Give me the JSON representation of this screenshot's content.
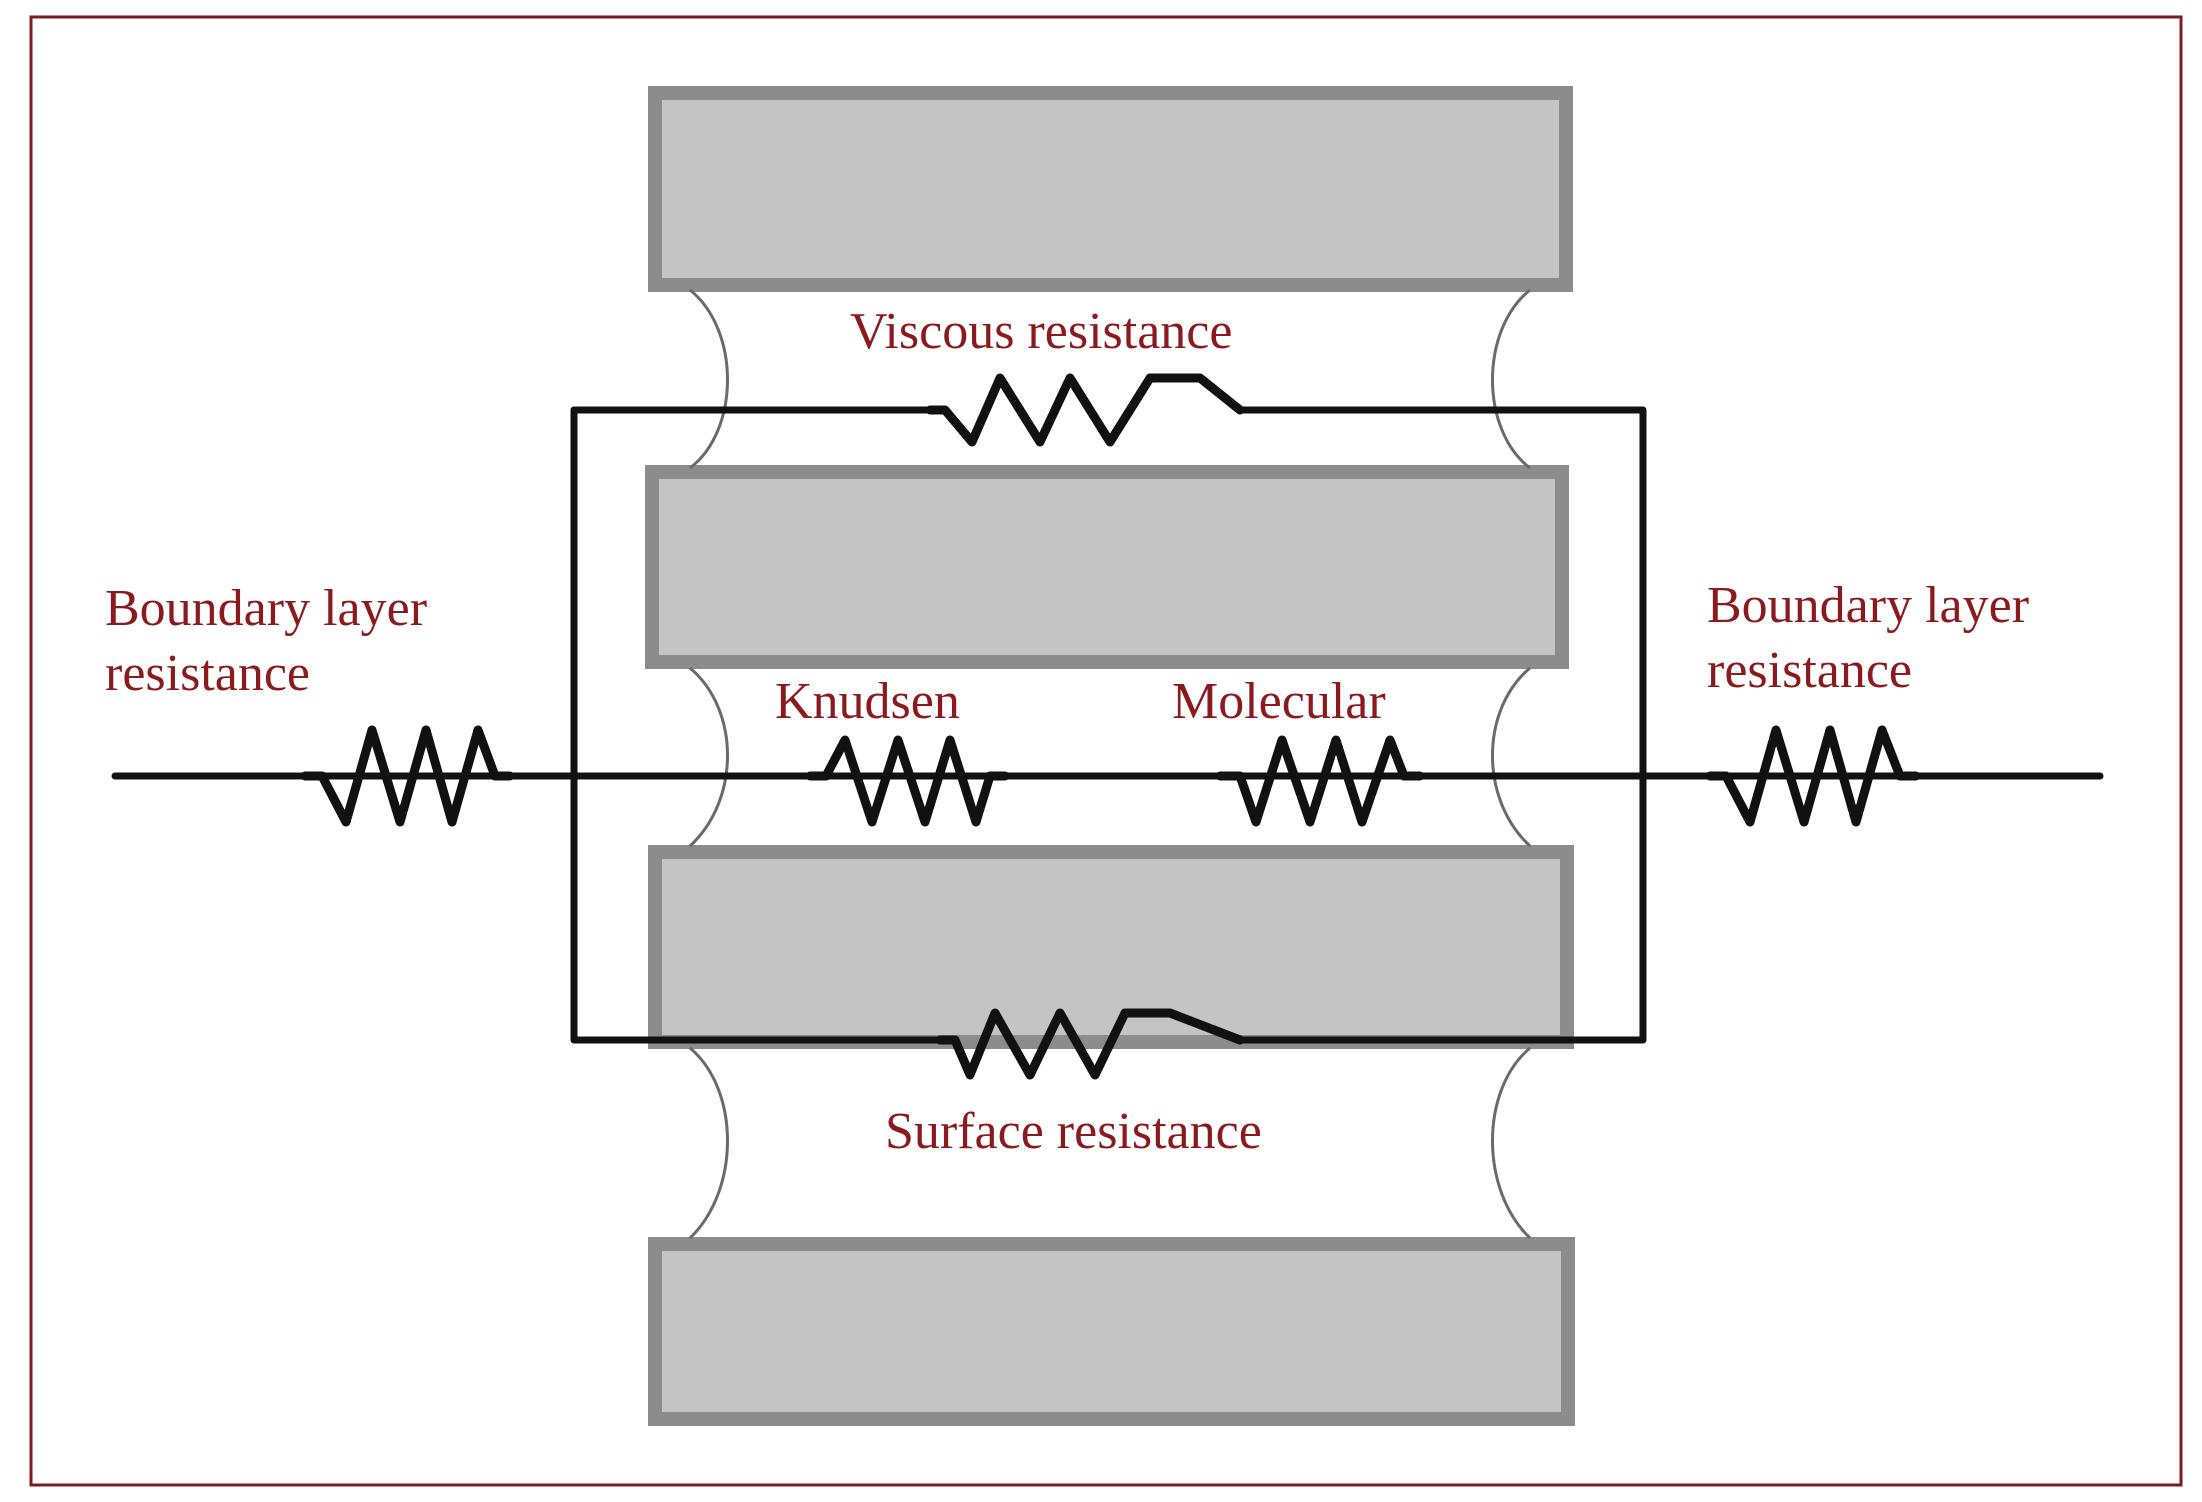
{
  "diagram": {
    "labels": {
      "viscous": "Viscous resistance",
      "boundary_left_line1": "Boundary layer",
      "boundary_left_line2": "resistance",
      "boundary_right_line1": "Boundary layer",
      "boundary_right_line2": "resistance",
      "knudsen": "Knudsen",
      "molecular": "Molecular",
      "surface": "Surface resistance"
    },
    "colors": {
      "frame": "#7a1c24",
      "label_text": "#8b1a1f",
      "plate_fill": "#c4c4c4",
      "plate_border": "#8c8c8c",
      "wire": "#111111"
    }
  }
}
